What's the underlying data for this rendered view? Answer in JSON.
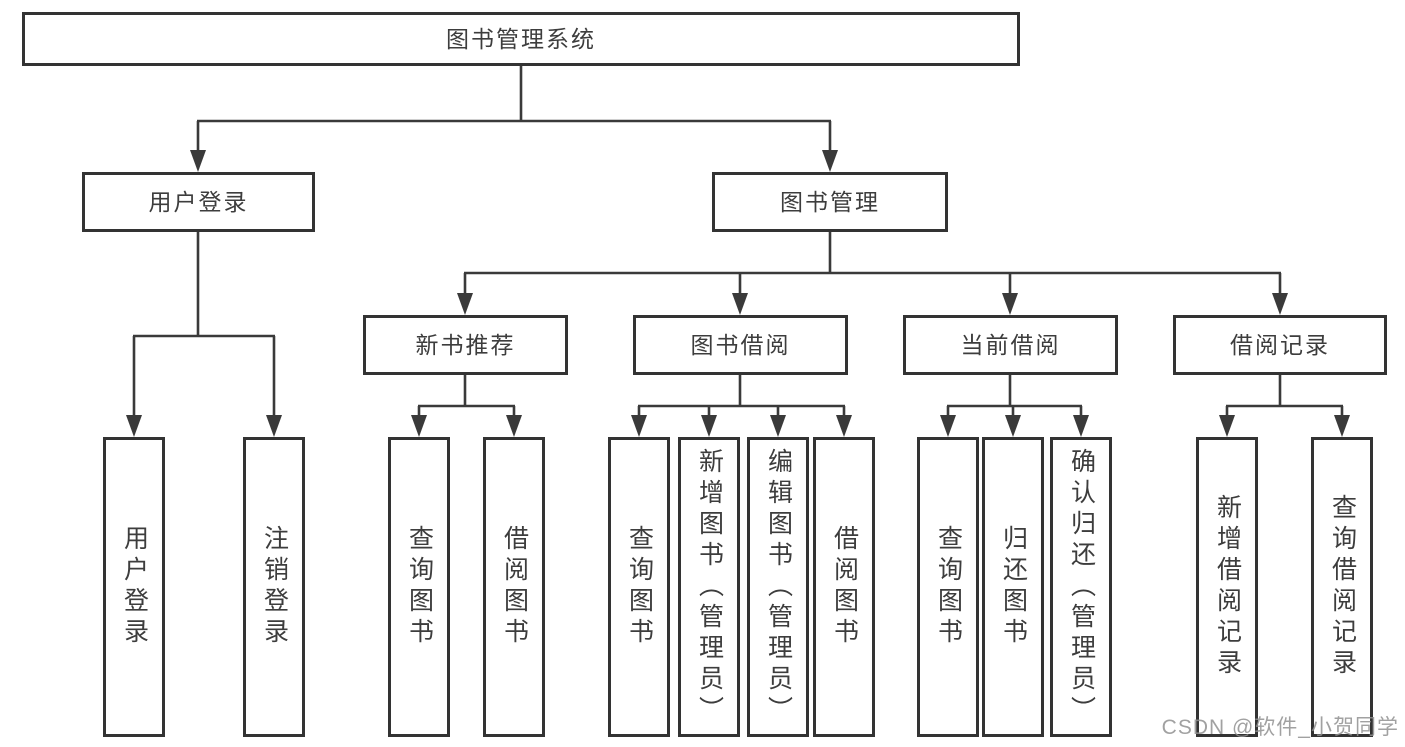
{
  "title": {
    "label": "图书管理系统"
  },
  "tree": {
    "user_login": {
      "label": "用户登录",
      "leaves": [
        {
          "label": "用户登录"
        },
        {
          "label": "注销登录"
        }
      ]
    },
    "book_mgmt": {
      "label": "图书管理",
      "sections": [
        {
          "label": "新书推荐",
          "leaves": [
            {
              "label": "查询图书"
            },
            {
              "label": "借阅图书"
            }
          ]
        },
        {
          "label": "图书借阅",
          "leaves": [
            {
              "label": "查询图书"
            },
            {
              "label": "新增图书（管理员）"
            },
            {
              "label": "编辑图书（管理员）"
            },
            {
              "label": "借阅图书"
            }
          ]
        },
        {
          "label": "当前借阅",
          "leaves": [
            {
              "label": "查询图书"
            },
            {
              "label": "归还图书"
            },
            {
              "label": "确认归还（管理员）"
            }
          ]
        },
        {
          "label": "借阅记录",
          "leaves": [
            {
              "label": "新增借阅记录"
            },
            {
              "label": "查询借阅记录"
            }
          ]
        }
      ]
    }
  },
  "watermark": {
    "text": "CSDN @软件_小贺同学"
  },
  "colors": {
    "line": "#3a3a3a",
    "box_border": "#333333",
    "text": "#3d3d3d",
    "watermark": "#919191",
    "background": "#ffffff"
  }
}
